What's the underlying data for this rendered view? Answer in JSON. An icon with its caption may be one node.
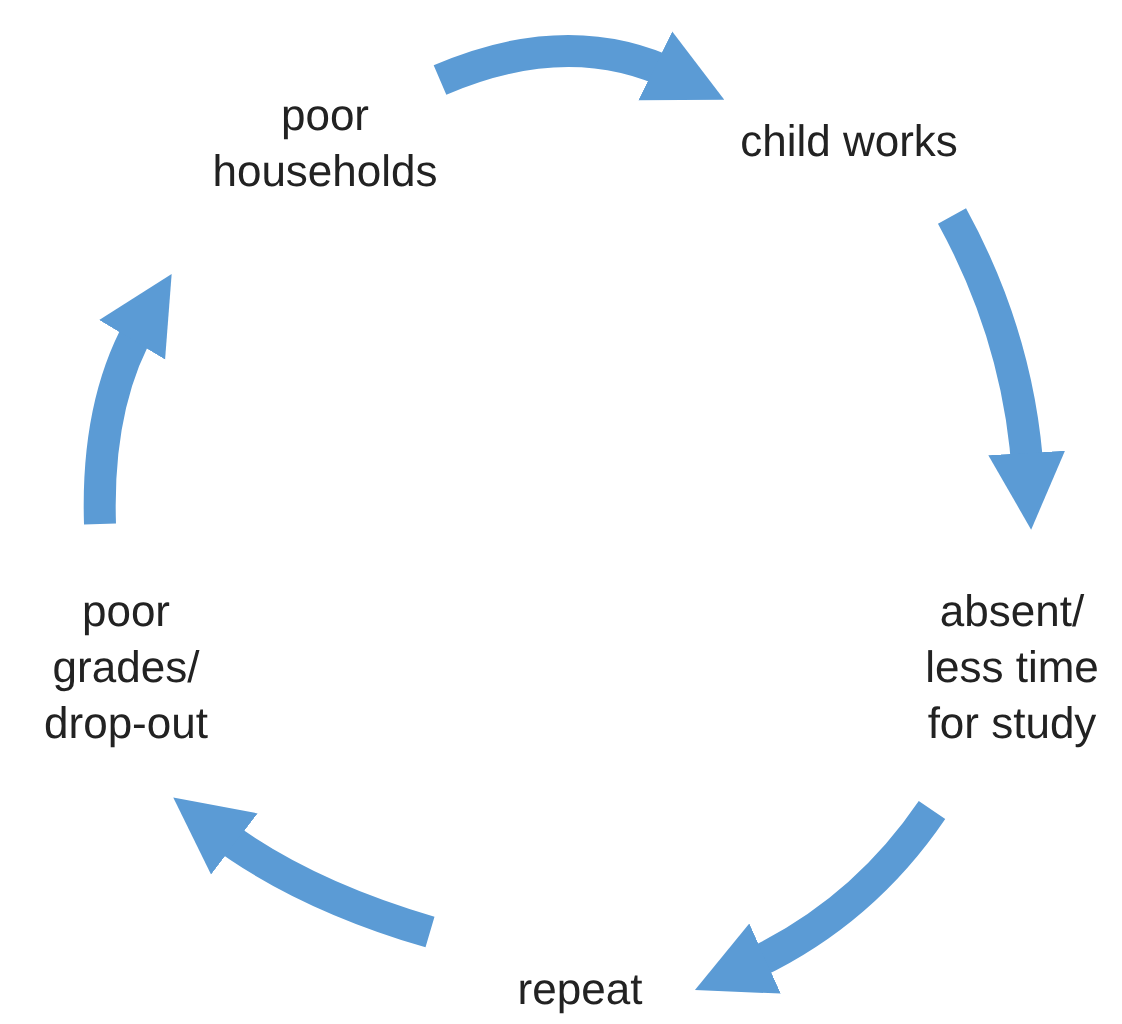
{
  "diagram": {
    "nodes": [
      {
        "text": [
          "poor households"
        ]
      },
      {
        "text": [
          "child works"
        ]
      },
      {
        "text": [
          "absent/ less time for study"
        ]
      },
      {
        "text": [
          "repeat"
        ]
      },
      {
        "text": [
          "poor grades/ drop-out"
        ]
      }
    ],
    "edges": [
      {
        "from": 0,
        "to": 1,
        "arrow": "to"
      },
      {
        "from": 1,
        "to": 2,
        "arrow": "to"
      },
      {
        "from": 2,
        "to": 3,
        "arrow": "to"
      },
      {
        "from": 3,
        "to": 4,
        "arrow": "to"
      },
      {
        "from": 4,
        "to": 0,
        "arrow": "to"
      }
    ]
  }
}
